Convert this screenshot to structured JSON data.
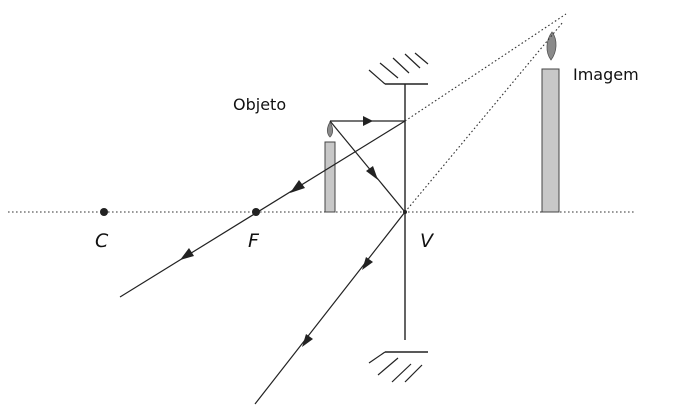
{
  "labels": {
    "object": "Objeto",
    "image": "Imagem",
    "center": "C",
    "focus": "F",
    "vertex": "V"
  },
  "colors": {
    "line": "#222222",
    "candle_fill": "#c8c8c8",
    "flame_fill": "#8a8a8a"
  }
}
